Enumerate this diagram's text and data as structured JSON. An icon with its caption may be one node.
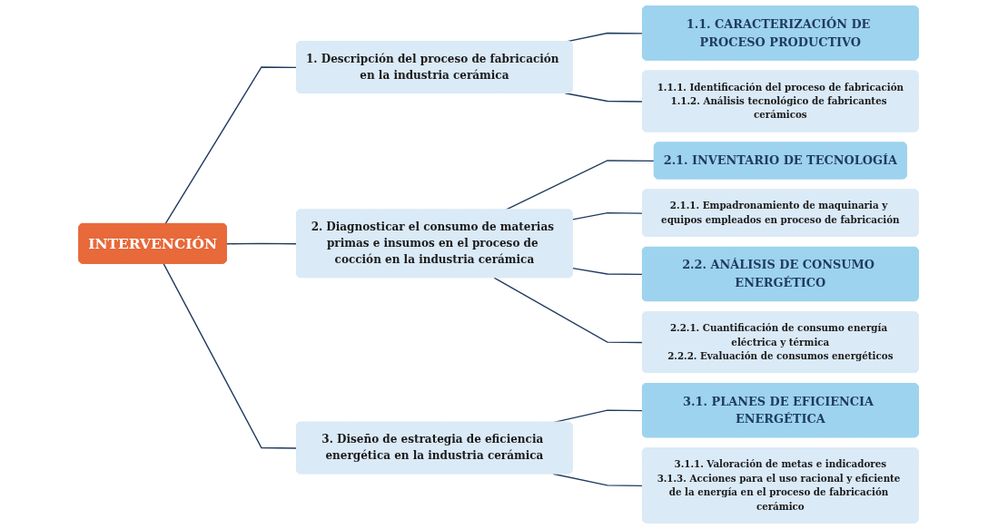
{
  "diagram": {
    "nodes": [
      {
        "text": [
          "INTERVENCIÓN"
        ]
      },
      {
        "text": [
          "1. Descripción del proceso de fabricación en la industria cerámica"
        ]
      },
      {
        "text": [
          "2. Diagnosticar el consumo de materias primas e insumos en el proceso de cocción en la industria cerámica"
        ]
      },
      {
        "text": [
          "3. Diseño de estrategia de eficiencia energética en la industria cerámica"
        ]
      },
      {
        "text": [
          "1.1. CARACTERIZACIÓN DE PROCESO PRODUCTIVO"
        ]
      },
      {
        "text": [
          "1.1.1. Identificación del proceso de fabricación",
          "1.1.2. Análisis tecnológico de fabricantes cerámicos"
        ]
      },
      {
        "text": [
          "2.1. INVENTARIO DE TECNOLOGÍA"
        ]
      },
      {
        "text": [
          "2.1.1. Empadronamiento de maquinaria y equipos empleados en proceso de fabricación"
        ]
      },
      {
        "text": [
          "2.2. ANÁLISIS DE CONSUMO ENERGÉTICO"
        ]
      },
      {
        "text": [
          "2.2.1. Cuantificación de consumo energía eléctrica y térmica",
          "2.2.2. Evaluación de consumos energéticos"
        ]
      },
      {
        "text": [
          "3.1. PLANES DE EFICIENCIA ENERGÉTICA"
        ]
      },
      {
        "text": [
          "3.1.1. Valoración de metas e indicadores",
          "3.1.3. Acciones para el uso racional y eficiente de la energía en el proceso de fabricación cerámico"
        ]
      }
    ],
    "edges": [
      {
        "from": 0,
        "to": 1,
        "arrow": "none"
      },
      {
        "from": 0,
        "to": 2,
        "arrow": "none"
      },
      {
        "from": 0,
        "to": 3,
        "arrow": "none"
      },
      {
        "from": 1,
        "to": 4,
        "arrow": "none"
      },
      {
        "from": 1,
        "to": 5,
        "arrow": "none"
      },
      {
        "from": 2,
        "to": 6,
        "arrow": "none"
      },
      {
        "from": 2,
        "to": 7,
        "arrow": "none"
      },
      {
        "from": 2,
        "to": 8,
        "arrow": "none"
      },
      {
        "from": 2,
        "to": 9,
        "arrow": "none"
      },
      {
        "from": 3,
        "to": 10,
        "arrow": "none"
      },
      {
        "from": 3,
        "to": 11,
        "arrow": "none"
      }
    ]
  }
}
